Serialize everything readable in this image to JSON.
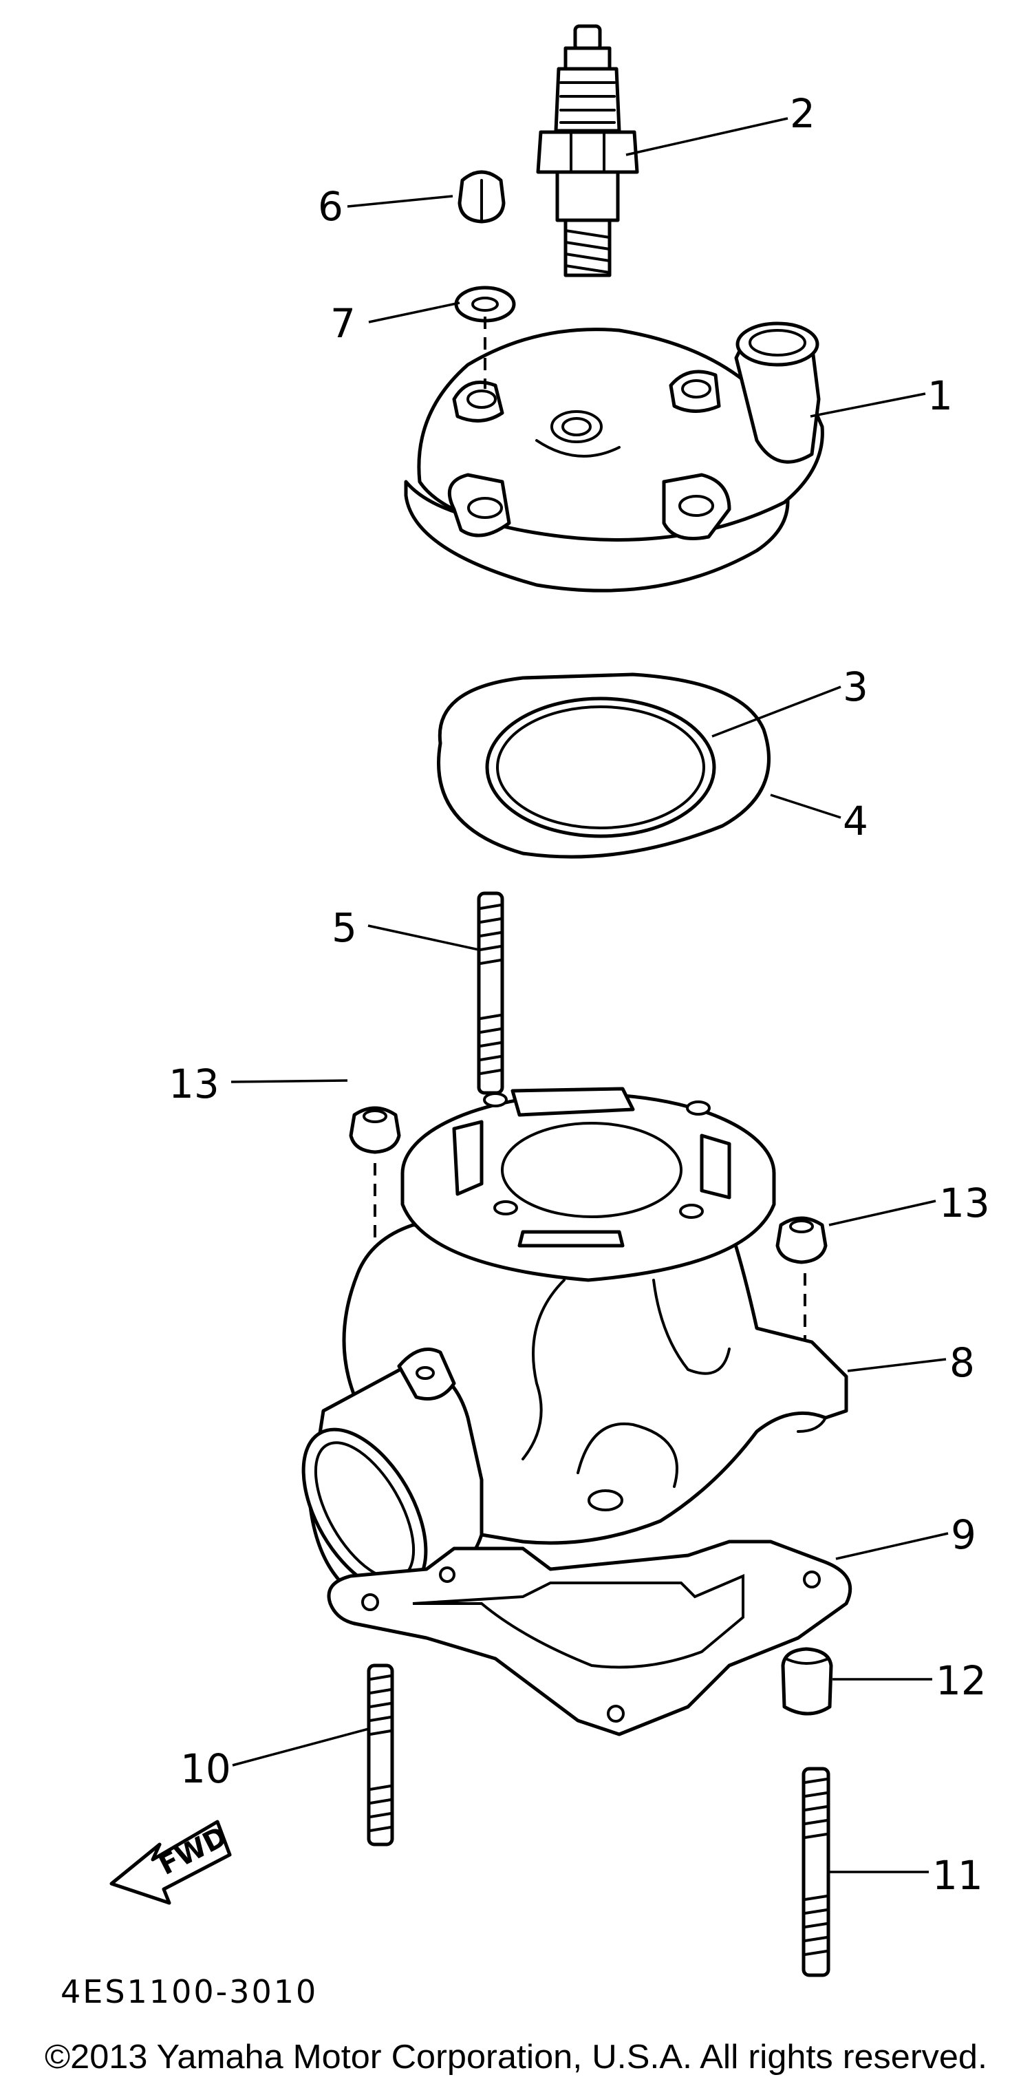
{
  "diagram": {
    "callouts": {
      "c1": "1",
      "c2": "2",
      "c3": "3",
      "c4": "4",
      "c5": "5",
      "c6": "6",
      "c7": "7",
      "c8": "8",
      "c9": "9",
      "c10": "10",
      "c11": "11",
      "c12": "12",
      "c13_left": "13",
      "c13_right": "13"
    },
    "fwd_label": "FWD",
    "part_code": "4ES1100-3010",
    "copyright": "©2013 Yamaha Motor Corporation, U.S.A. All rights reserved."
  }
}
